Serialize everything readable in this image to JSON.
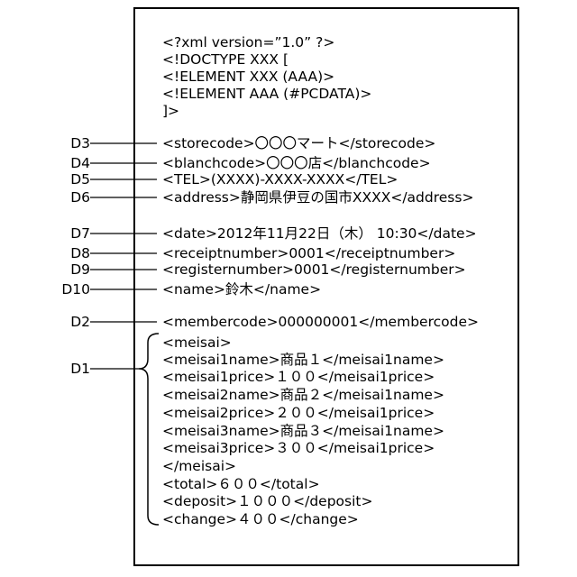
{
  "header_lines": [
    "<?xml version=”1.0” ?>",
    "<!DOCTYPE XXX [",
    "<!ELEMENT XXX (AAA)>",
    "<!ELEMENT AAA (#PCDATA)>",
    "]>"
  ],
  "store_lines": [
    "<storecode>〇〇〇マート</storecode>",
    "<blanchcode>〇〇〇店</blanchcode>",
    "<TEL>(XXXX)-XXXX-XXXX</TEL>",
    "<address>静岡県伊豆の国市XXXX</address>"
  ],
  "receipt_lines": [
    "<date>2012年11月22日（木） 10:30</date>",
    "<receiptnumber>0001</receiptnumber>",
    "<registernumber>0001</registernumber>",
    "<name>鈴木</name>"
  ],
  "member_line": "<membercode>000000001</membercode>",
  "meisai_lines": [
    "<meisai>",
    "<meisai1name>商品１</meisai1name>",
    "<meisai1price>１００</meisai1price>",
    "<meisai2name>商品２</meisai1name>",
    "<meisai2price>２００</meisai1price>",
    "<meisai3name>商品３</meisai1name>",
    "<meisai3price>３００</meisai1price>",
    "</meisai>",
    "<total>６００</total>",
    "<deposit>１０００</deposit>",
    "<change>４００</change>"
  ],
  "labels": {
    "d3": "D3",
    "d4": "D4",
    "d5": "D5",
    "d6": "D6",
    "d7": "D7",
    "d8": "D8",
    "d9": "D9",
    "d10": "D10",
    "d2": "D2",
    "d1": "D1"
  }
}
